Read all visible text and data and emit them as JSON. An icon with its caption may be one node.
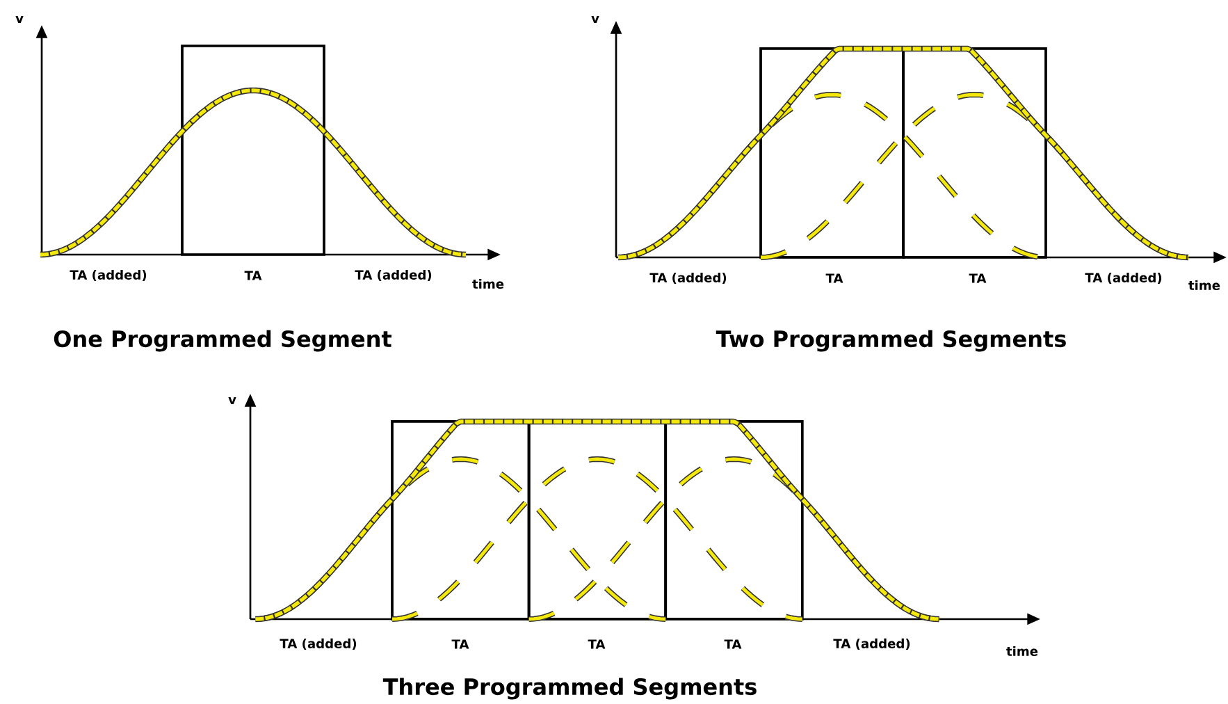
{
  "diagram": {
    "labels": [
      "v",
      "TA (added)",
      "TA",
      "TA (added)",
      "time",
      "One Programmed Segment",
      "v",
      "TA (added)",
      "TA",
      "TA",
      "TA (added)",
      "time",
      "Two Programmed Segments",
      "v",
      "TA (added)",
      "TA",
      "TA",
      "TA",
      "TA (added)",
      "time",
      "Three Programmed Segments"
    ]
  }
}
